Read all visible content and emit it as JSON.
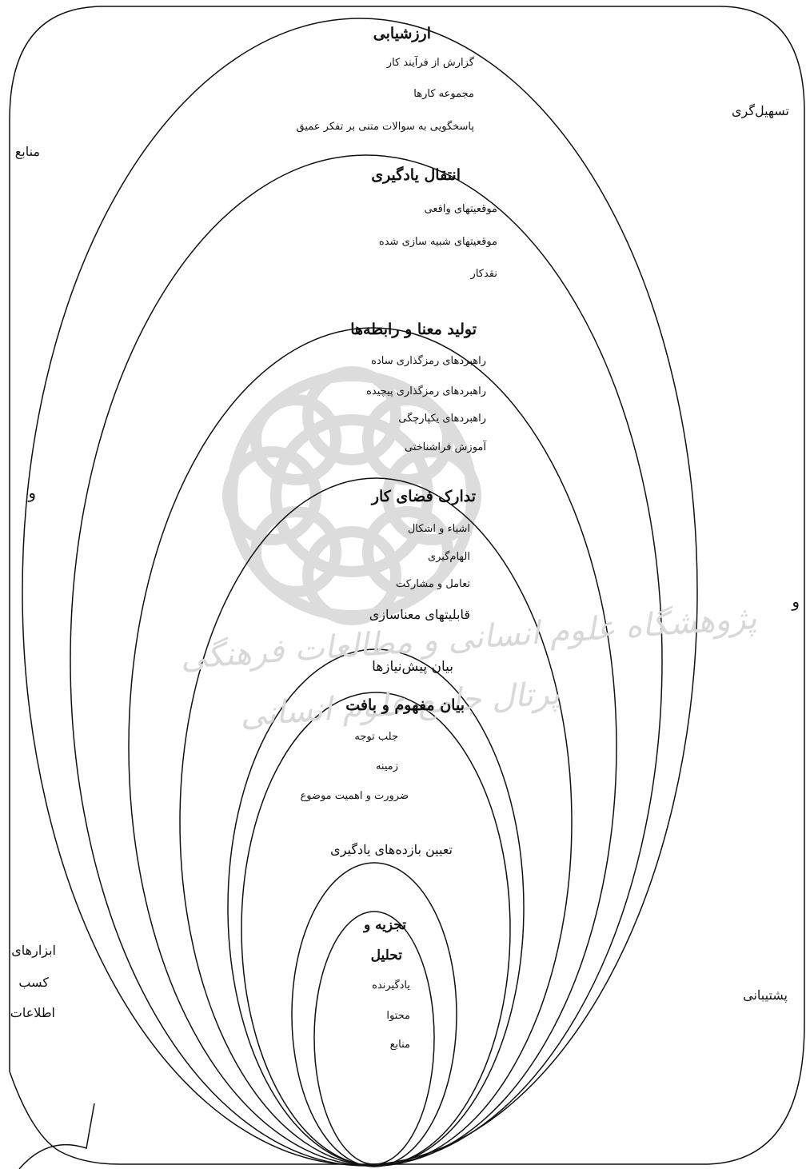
{
  "side_labels": {
    "manabe": "منابع",
    "tasheelgari": "تسهیل‌گری",
    "va_left": "و",
    "va_right": "و",
    "abzarha": "ابزارهای",
    "kasb": "کسب",
    "ettelaat": "اطلاعات",
    "poshtibani": "پشتیبانی"
  },
  "levels": [
    {
      "title": "ارزشیابی",
      "items": [
        "گزارش از فرآیند کار",
        "مجموعه کارها",
        "پاسخگویی به سوالات متنی بر تفکر عمیق"
      ]
    },
    {
      "title": "انتقال یادگیری",
      "items": [
        "موقعیتهای واقعی",
        "موقعیتهای شبیه سازی شده",
        "نقدکار"
      ]
    },
    {
      "title": "تولید معنا و رابطه‌ها",
      "items": [
        "راهبردهای رمزگذاری ساده",
        "راهبردهای رمزگذاری پیچیده",
        "راهبردهای یکپارچگی",
        "آموزش فراشناختی"
      ]
    },
    {
      "title": "تدارک فضای کار",
      "items": [
        "اشیاء و اشکال",
        "الهام‌گیری",
        "تعامل و مشارکت",
        "قابلیتهای معناسازی"
      ]
    },
    {
      "title": "بیان پیش‌نیازها",
      "items": []
    },
    {
      "title": "بیان مفهوم و بافت",
      "items": [
        "جلب توجه",
        "زمینه",
        "ضرورت و اهمیت موضوع"
      ]
    },
    {
      "title": "تعیین بازده‌های یادگیری",
      "items": []
    },
    {
      "title": "تجزیه و",
      "title2": "تحلیل",
      "items": [
        "یادگیرنده",
        "محتوا",
        "منابع"
      ]
    }
  ],
  "watermark": {
    "line1": "پژوهشگاه علوم انسانی و مطالعات فرهنگی",
    "line2": "پرتال جامع علوم انسانی"
  }
}
